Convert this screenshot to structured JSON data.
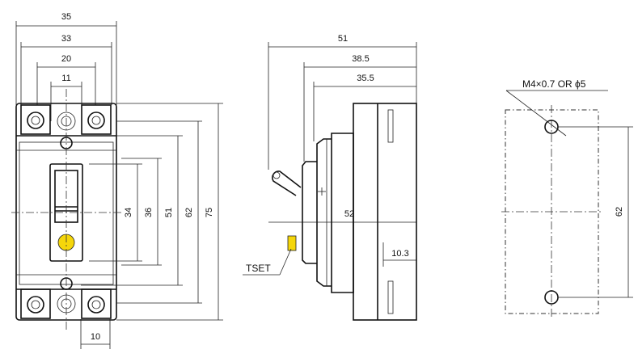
{
  "front_view": {
    "dims_horizontal": [
      "35",
      "33",
      "20",
      "11",
      "10"
    ],
    "dims_vertical": [
      "34",
      "36",
      "51",
      "62",
      "75"
    ],
    "button_color": "#f5d60a"
  },
  "side_view": {
    "dims_horizontal": [
      "51",
      "38.5",
      "35.5",
      "52",
      "10.3"
    ],
    "tset_label": "TSET",
    "tset_color": "#f5d60a"
  },
  "mounting_view": {
    "hole_label": "M4×0.7 OR ϕ5",
    "dim_vertical": "62"
  }
}
